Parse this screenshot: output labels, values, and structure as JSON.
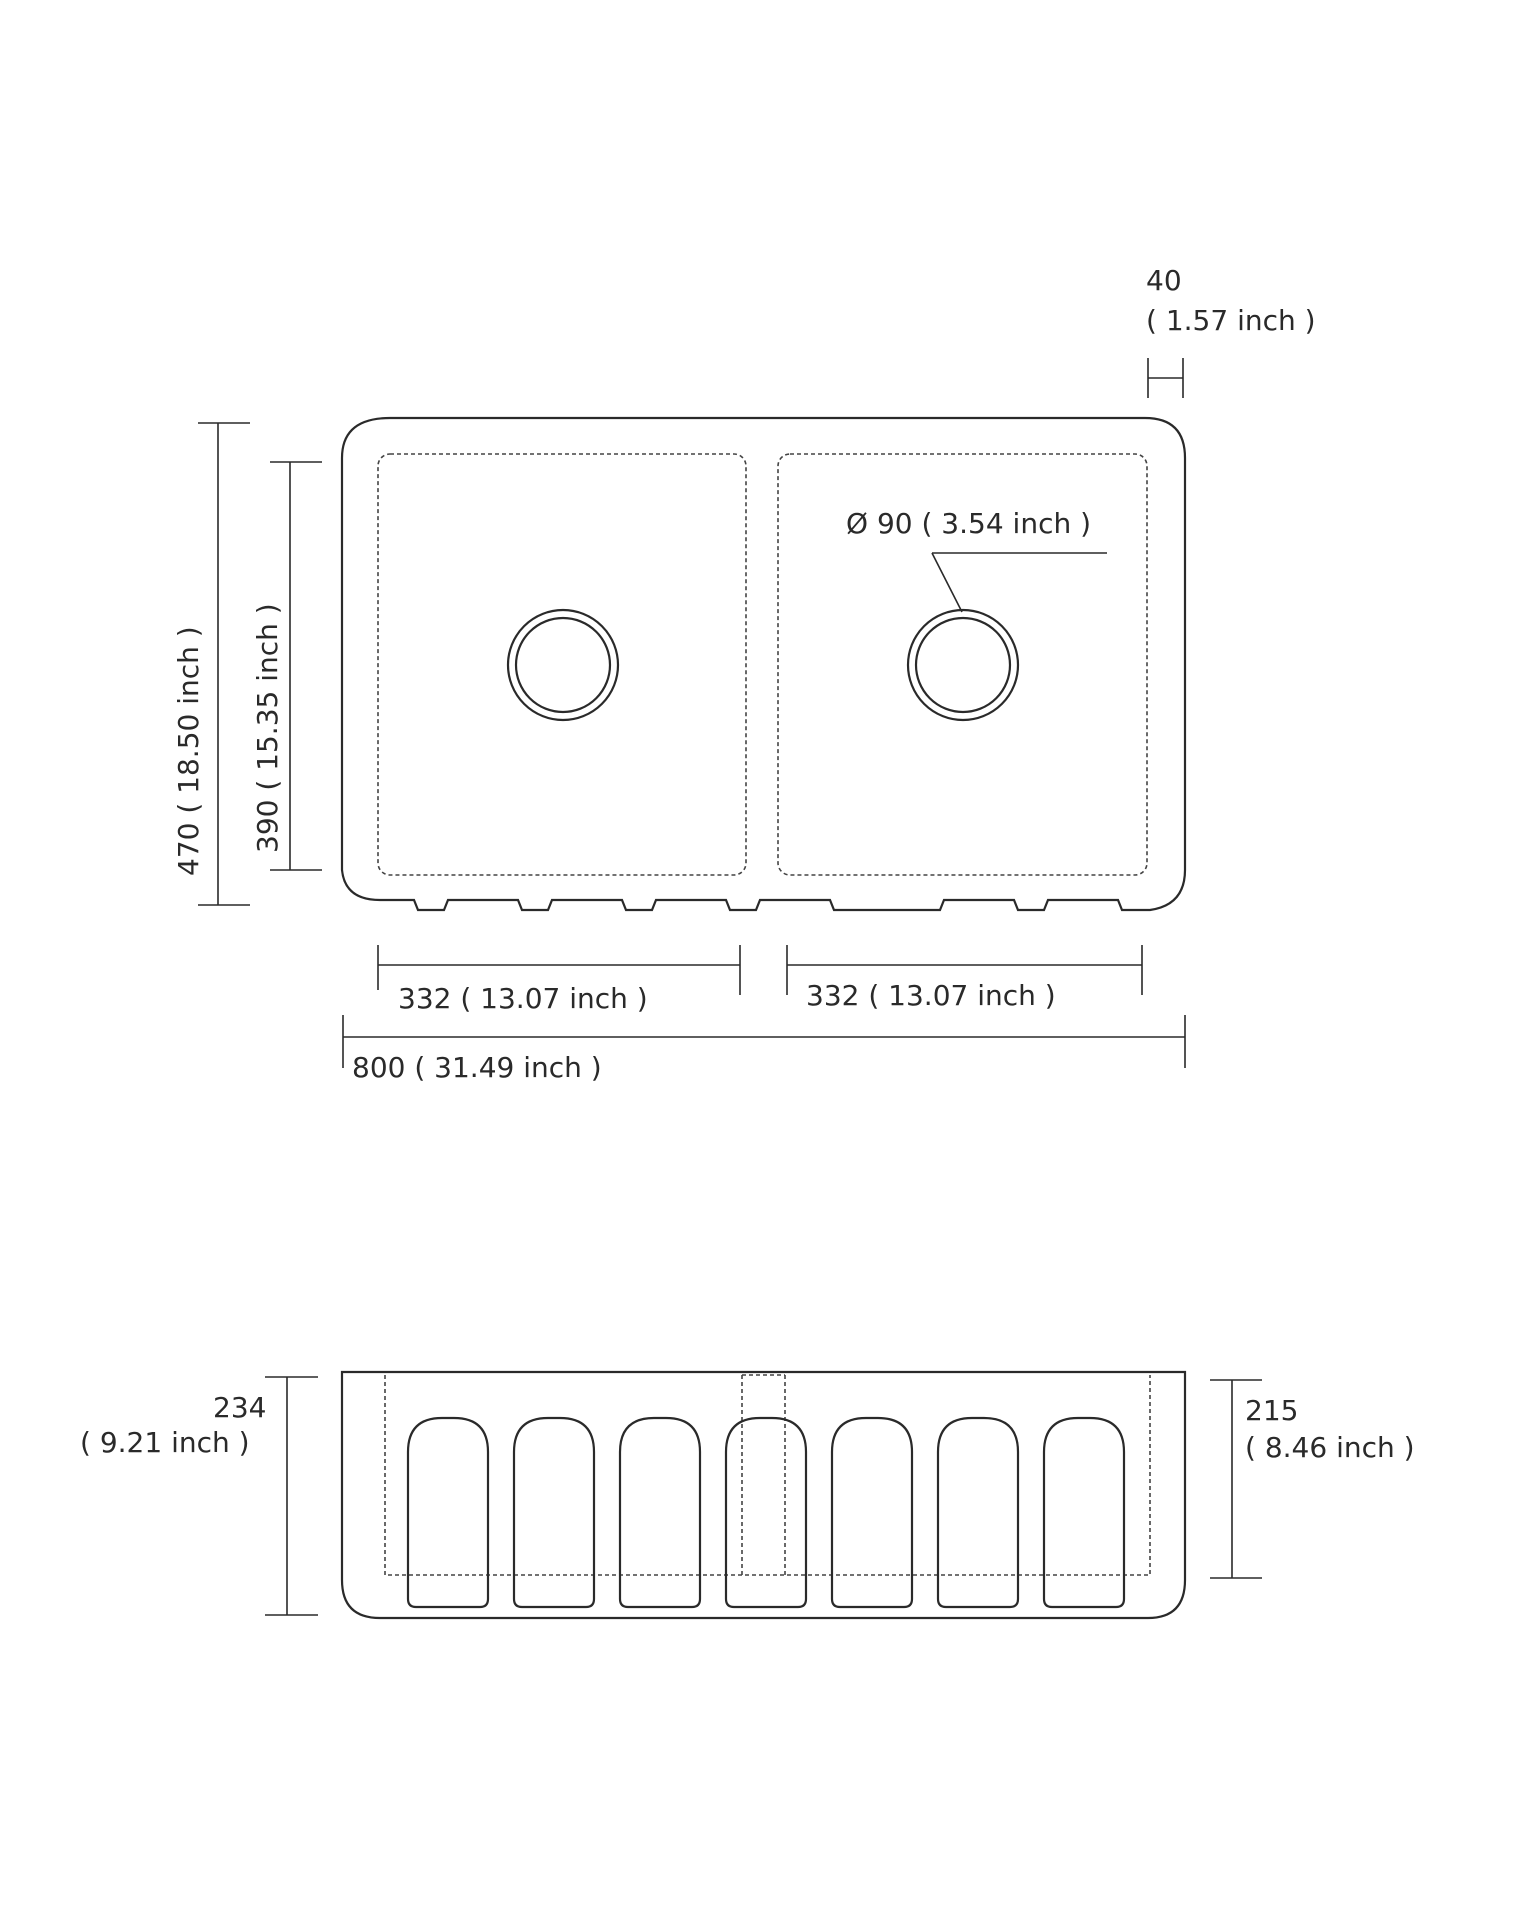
{
  "top_view": {
    "overhang": {
      "value": "40",
      "inch": "( 1.57 inch )"
    },
    "drain": {
      "label": "Ø 90 ( 3.54 inch )"
    },
    "depth_outer": "470 ( 18.50 inch )",
    "depth_inner": "390 ( 15.35 inch )",
    "bowl_left_width": "332 ( 13.07 inch )",
    "bowl_right_width": "332 ( 13.07 inch )",
    "overall_width": "800 ( 31.49 inch )"
  },
  "front_view": {
    "overall_height": {
      "value": "234",
      "inch": "( 9.21 inch )"
    },
    "bowl_depth": {
      "value": "215",
      "inch": "( 8.46 inch )"
    },
    "flute_count": 7
  }
}
